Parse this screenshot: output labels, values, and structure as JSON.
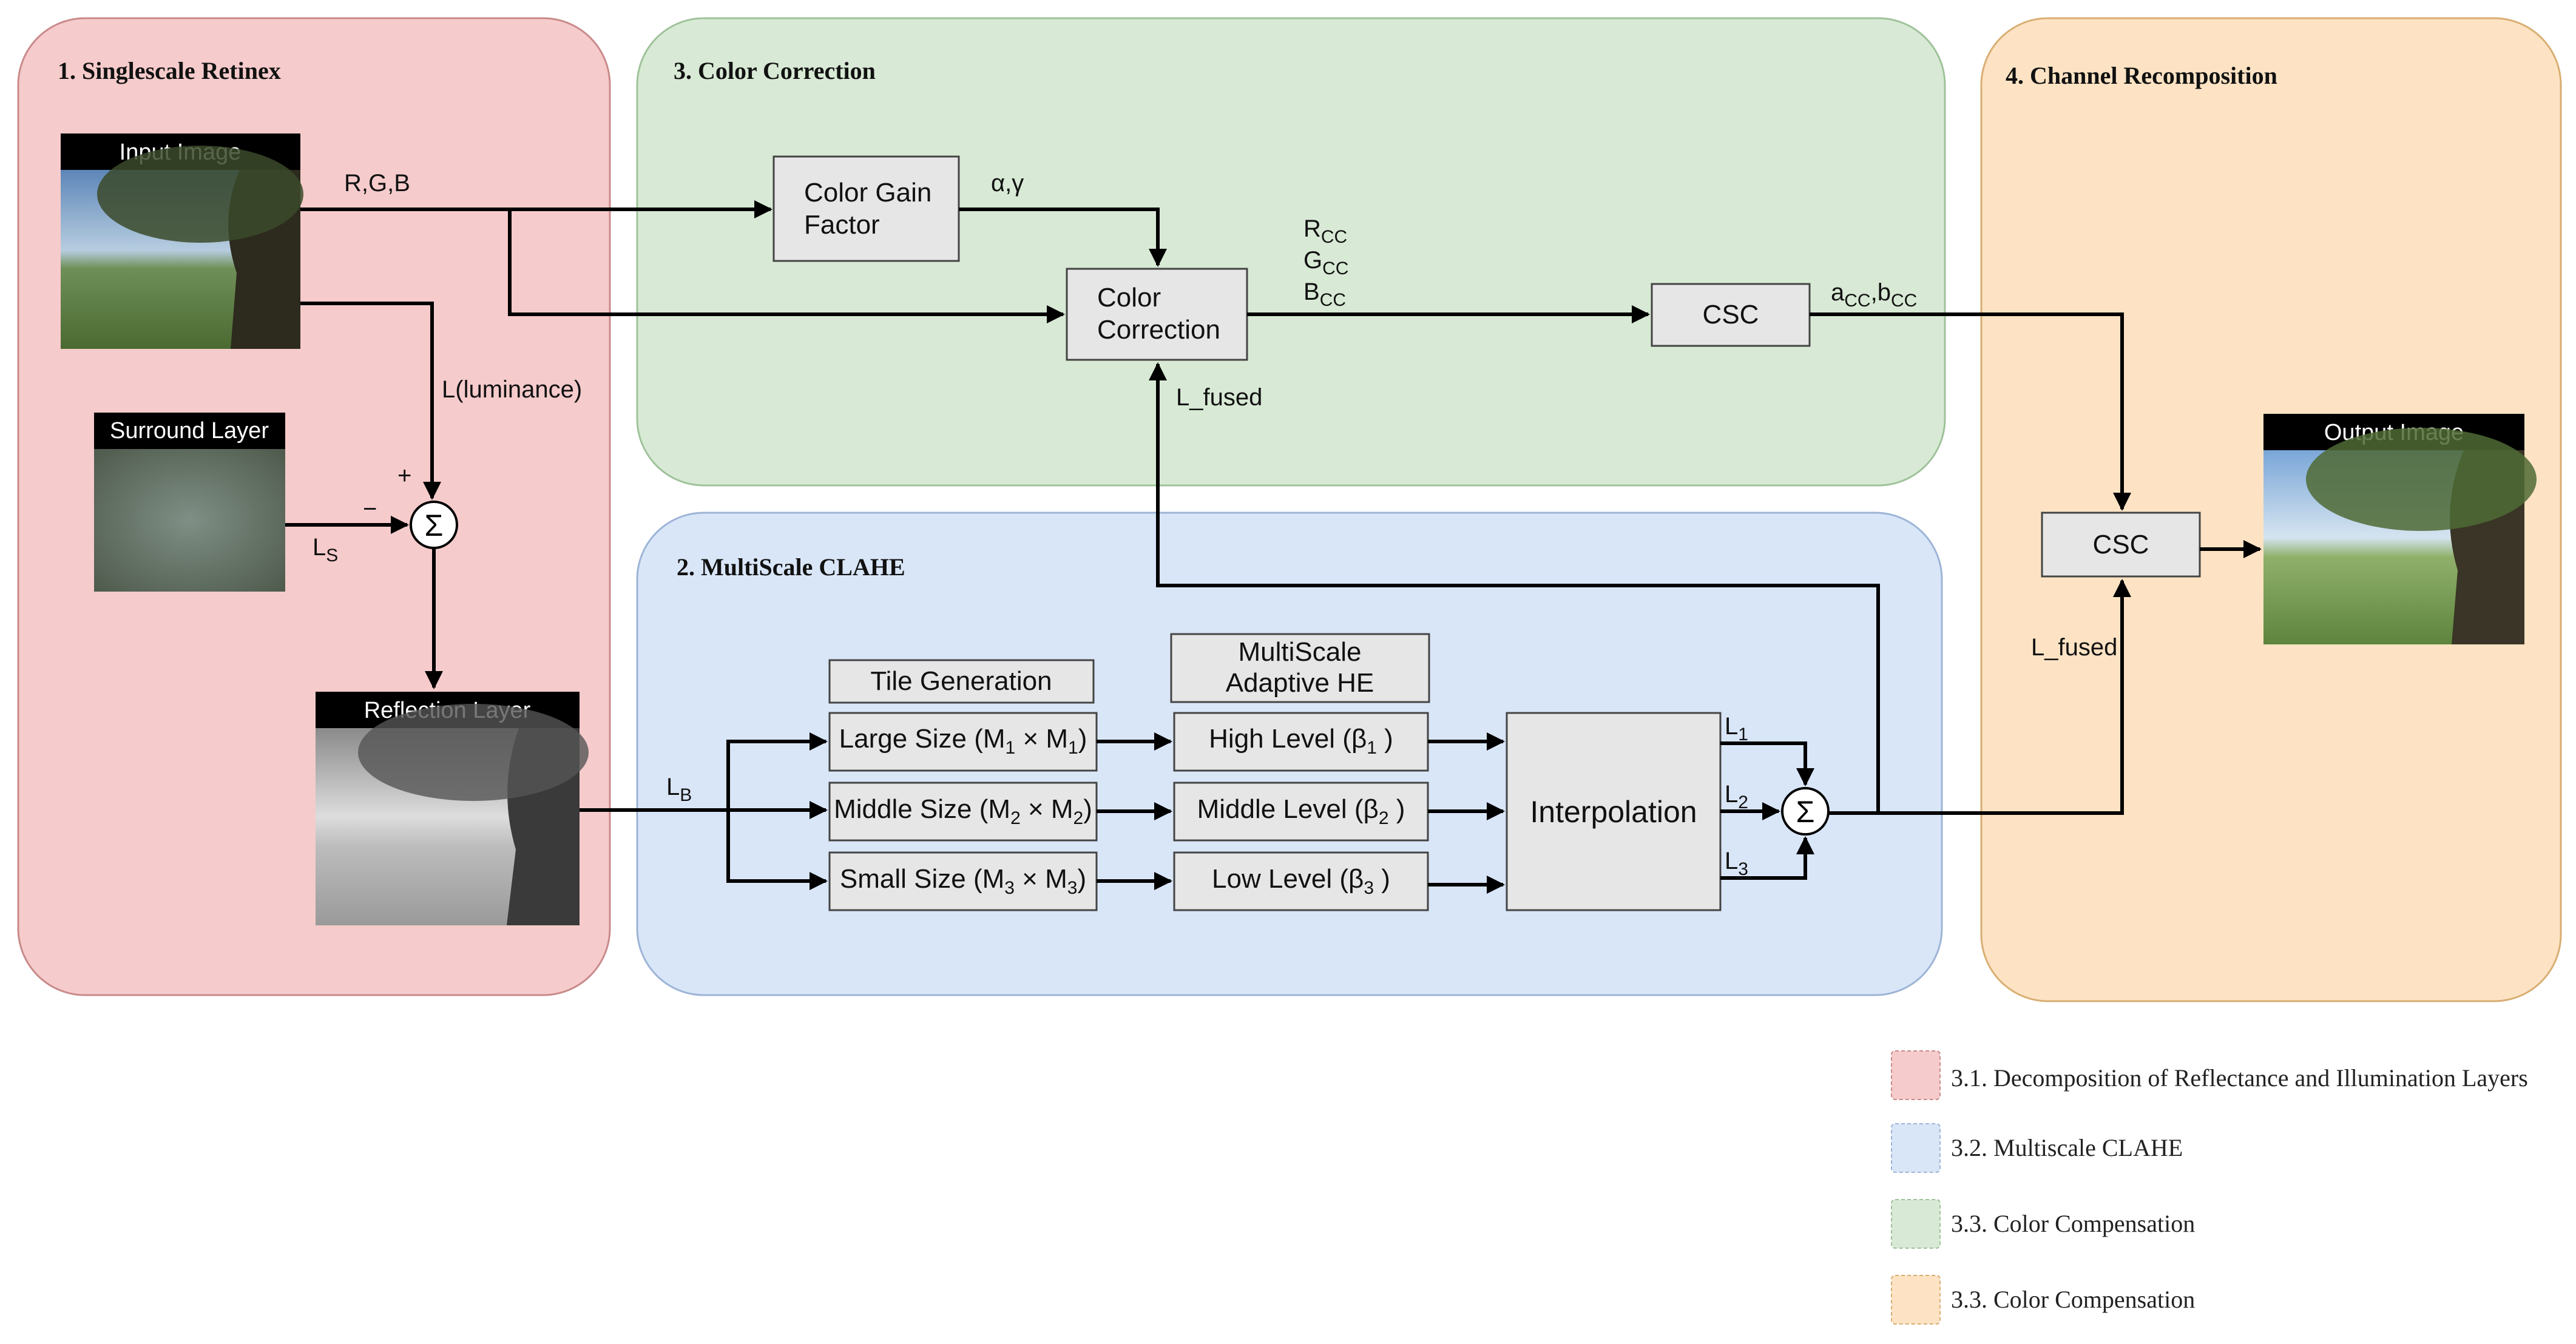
{
  "colors": {
    "section1_fill": "#f6cbcb",
    "section1_stroke": "#c98a8a",
    "section2_fill": "#d9e6f8",
    "section2_stroke": "#9db4d6",
    "section3_fill": "#d8ead5",
    "section3_stroke": "#9fc29a",
    "section4_fill": "#fde3c4",
    "section4_stroke": "#d9ae72"
  },
  "sections": {
    "s1": "1. Singlescale Retinex",
    "s2": "2. MultiScale CLAHE",
    "s3": "3. Color Correction",
    "s4": "4. Channel Recomposition"
  },
  "image_labels": {
    "input": "Input Image",
    "surround": "Surround Layer",
    "reflection": "Reflection Layer",
    "output": "Output Image"
  },
  "boxes": {
    "color_gain_1": "Color Gain",
    "color_gain_2": "Factor",
    "color_correction_1": "Color",
    "color_correction_2": "Correction",
    "csc_top": "CSC",
    "csc_right": "CSC",
    "tile_generation": "Tile Generation",
    "multiscale_1": "MultiScale",
    "multiscale_2": "Adaptive HE",
    "large_size": {
      "pre": "Large Size (M",
      "s1": "1",
      "mid": " × M",
      "s2": "1",
      "post": ")"
    },
    "middle_size": {
      "pre": "Middle Size (M",
      "s1": "2",
      "mid": " × M",
      "s2": "2",
      "post": ")"
    },
    "small_size": {
      "pre": "Small Size (M",
      "s1": "3",
      "mid": " × M",
      "s2": "3",
      "post": ")"
    },
    "high_level": {
      "pre": "High Level (β",
      "s1": "1",
      "post": " )"
    },
    "middle_level": {
      "pre": "Middle Level (β",
      "s1": "2",
      "post": " )"
    },
    "low_level": {
      "pre": "Low Level (β",
      "s1": "3",
      "post": " )"
    },
    "interpolation": "Interpolation"
  },
  "labels": {
    "rgb": "R,G,B",
    "alpha_gamma": "α,γ",
    "luminance": "L(luminance)",
    "plus": "+",
    "minus": "−",
    "ls_main": "L",
    "ls_sub": "S",
    "lb_main": "L",
    "lb_sub": "B",
    "rcc_main": "R",
    "gcc_main": "G",
    "bcc_main": "B",
    "cc_sub": "CC",
    "acc_main": "a",
    "acc_sub": "CC",
    "comma": ",",
    "bcc2_main": "b",
    "bcc2_sub": "CC",
    "l_fused_top": "L_fused",
    "l_fused_right": "L_fused",
    "l1_main": "L",
    "l1_sub": "1",
    "l2_main": "L",
    "l2_sub": "2",
    "l3_main": "L",
    "l3_sub": "3",
    "sigma": "Σ"
  },
  "legend": [
    {
      "label": "3.1. Decomposition of Reflectance and Illumination Layers",
      "color": "#f6cbcb"
    },
    {
      "label": "3.2. Multiscale CLAHE",
      "color": "#d9e6f8"
    },
    {
      "label": "3.3. Color Compensation",
      "color": "#d8ead5"
    },
    {
      "label": "3.3. Color Compensation",
      "color": "#fde3c4"
    }
  ]
}
